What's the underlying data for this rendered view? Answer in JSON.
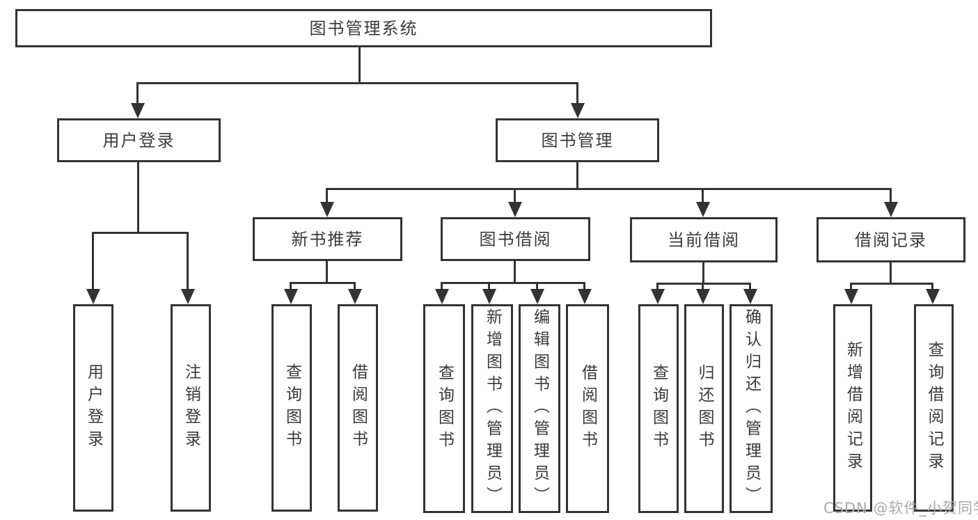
{
  "diagram": {
    "root": {
      "label": "图书管理系统",
      "children": [
        {
          "label": "用户登录",
          "children": [
            {
              "label": "用户登录"
            },
            {
              "label": "注销登录"
            }
          ]
        },
        {
          "label": "图书管理",
          "children": [
            {
              "label": "新书推荐",
              "children": [
                {
                  "label": "查询图书"
                },
                {
                  "label": "借阅图书"
                }
              ]
            },
            {
              "label": "图书借阅",
              "children": [
                {
                  "label": "查询图书"
                },
                {
                  "label": "新增图书（管理员）"
                },
                {
                  "label": "编辑图书（管理员）"
                },
                {
                  "label": "借阅图书"
                }
              ]
            },
            {
              "label": "当前借阅",
              "children": [
                {
                  "label": "查询图书"
                },
                {
                  "label": "归还图书"
                },
                {
                  "label": "确认归还（管理员）"
                }
              ]
            },
            {
              "label": "借阅记录",
              "children": [
                {
                  "label": "新增借阅记录"
                },
                {
                  "label": "查询借阅记录"
                }
              ]
            }
          ]
        }
      ]
    }
  },
  "watermark": {
    "text": "CSDN @软件_小贺同学"
  },
  "colors": {
    "line": "#333333",
    "text": "#3a3a3a",
    "background": "#ffffff",
    "watermark": "#a8a8a8"
  }
}
